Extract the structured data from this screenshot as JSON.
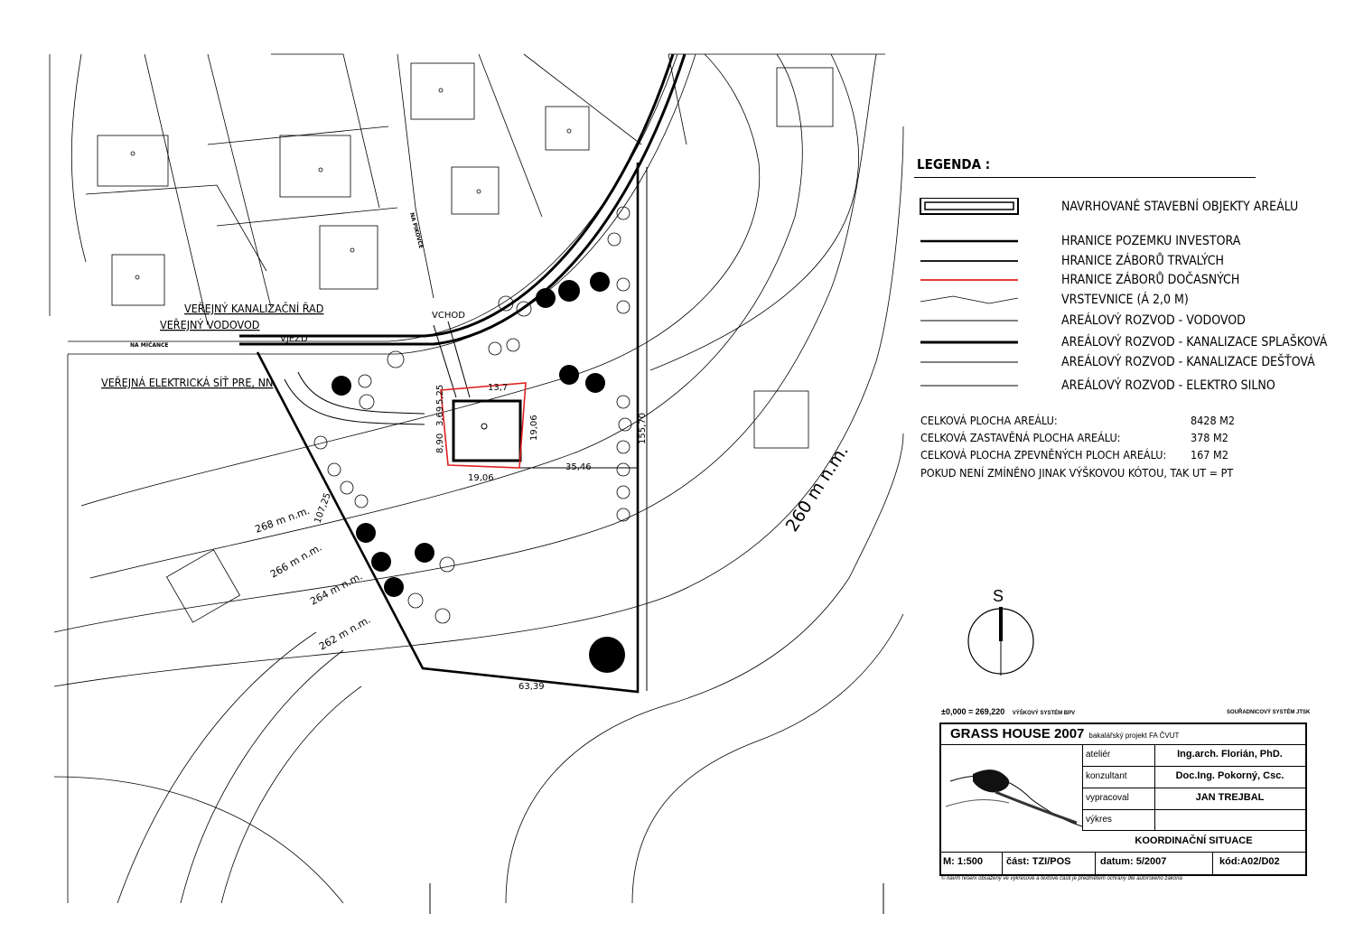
{
  "plan_labels": {
    "sewer": "VEŘEJNÝ KANALIZAČNÍ ŘAD",
    "water": "VEŘEJNÝ VODOVOD",
    "street": "NA MÍČANCE",
    "power": "VEŘEJNÁ ELEKTRICKÁ SÍŤ PRE, NN",
    "entry": "VJEZD",
    "pedestrian_entry": "VCHOD",
    "street2": "NA PIKOVCE",
    "contour_260": "260 m n.m.",
    "contour_262": "262 m n.m.",
    "contour_264": "264 m n.m.",
    "contour_266": "266 m n.m.",
    "contour_268": "268 m n.m."
  },
  "dimensions": {
    "d1": "107,25",
    "d2": "63,39",
    "d3": "155,70",
    "d4": "35,46",
    "d5": "19,06",
    "d6": "19,06",
    "d7": "8,90",
    "d8": "3,69",
    "d9": "5,25",
    "d10": "13,7"
  },
  "legend": {
    "title": "LEGENDA :",
    "items": [
      {
        "label": "NAVRHOVANÉ STAVEBNÍ OBJEKTY AREÁLU",
        "symbol": "box"
      },
      {
        "label": "HRANICE POZEMKU INVESTORA",
        "symbol": "line-thick"
      },
      {
        "label": "HRANICE ZÁBORŮ TRVALÝCH",
        "symbol": "line-medium"
      },
      {
        "label": "HRANICE ZÁBORŮ DOČASNÝCH",
        "symbol": "line-red",
        "color": "#e02020"
      },
      {
        "label": "VRSTEVNICE (Á 2,0 M)",
        "symbol": "contour"
      },
      {
        "label": "AREÁLOVÝ ROZVOD - VODOVOD",
        "symbol": "line-thin"
      },
      {
        "label": "AREÁLOVÝ ROZVOD - KANALIZACE SPLAŠKOVÁ",
        "symbol": "line-heavy"
      },
      {
        "label": "AREÁLOVÝ ROZVOD - KANALIZACE DEŠŤOVÁ",
        "symbol": "line-thin"
      },
      {
        "label": "AREÁLOVÝ ROZVOD - ELEKTRO SILNO",
        "symbol": "line-thin"
      }
    ]
  },
  "areas": [
    {
      "label": "CELKOVÁ  PLOCHA AREÁLU:",
      "value": "8428 M2"
    },
    {
      "label": "CELKOVÁ ZASTAVĚNÁ PLOCHA AREÁLU:",
      "value": "378 M2"
    },
    {
      "label": "CELKOVÁ PLOCHA ZPEVNĚNÝCH PLOCH AREÁLU:",
      "value": "167 M2"
    },
    {
      "label": "POKUD NENÍ ZMÍNĚNO JINAK VÝŠKOVOU KÓTOU, TAK UT = PT",
      "value": ""
    }
  ],
  "north": "S",
  "title_block": {
    "elevation": "±0,000 = 269,220",
    "height_system": "VÝŠKOVÝ SYSTÉM BPV",
    "coord_system": "SOUŘADNICOVÝ SYSTÉM JTSK",
    "project": "GRASS HOUSE 2007",
    "project_sub": "bakalářský projekt FA ČVUT",
    "rows": [
      {
        "key": "ateliér",
        "value": "Ing.arch. Florián, PhD."
      },
      {
        "key": "konzultant",
        "value": "Doc.Ing. Pokorný, Csc."
      },
      {
        "key": "vypracoval",
        "value": "JAN TREJBAL"
      },
      {
        "key": "výkres",
        "value": ""
      }
    ],
    "drawing": "KOORDINAČNÍ SITUACE",
    "scale": "M: 1:500",
    "part": "část: TZI/POS",
    "date": "datum: 5/2007",
    "code": "kód:A02/D02",
    "copyright": "© návrh řešení obsažený ve výkresové a textové části je předmětem ochrany dle autorského zákona"
  }
}
